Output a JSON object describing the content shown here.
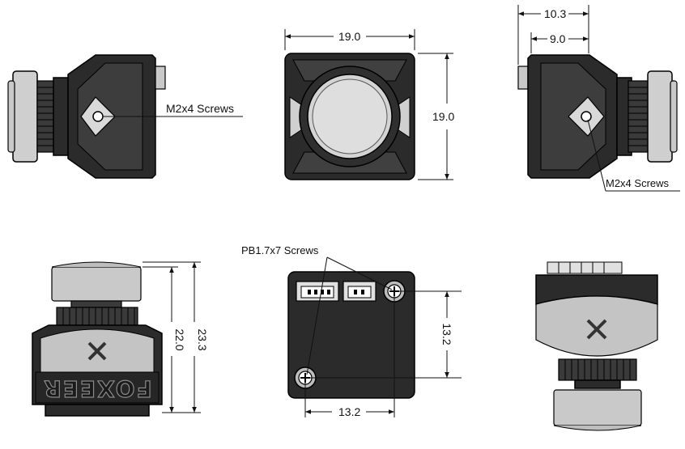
{
  "top_row": {
    "left_view": {
      "screw_label": "M2x4 Screws"
    },
    "front_view": {
      "width_dim": "19.0",
      "height_dim": "19.0"
    },
    "right_view": {
      "dim_a": "10.3",
      "dim_b": "9.0",
      "screw_label": "M2x4 Screws"
    }
  },
  "bottom_row": {
    "side_view": {
      "brand_text": "FOXEER",
      "dim_inner": "22.0",
      "dim_outer": "23.3"
    },
    "rear_view": {
      "screw_label": "PB1.7x7 Screws",
      "dim_vertical": "13.2",
      "dim_horizontal": "13.2"
    },
    "bottom_view": {}
  },
  "icons": [
    "foxeer-x-logo"
  ]
}
